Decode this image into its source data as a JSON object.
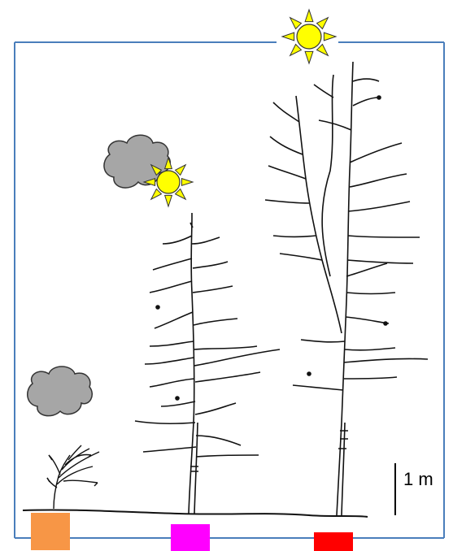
{
  "scale_bar": {
    "label": "1 m"
  },
  "colors": {
    "frame": "#4a7ebb",
    "sun_fill": "#ffff00",
    "sun_stroke": "#333333",
    "cloud_fill": "#a6a6a6",
    "cloud_stroke": "#333333",
    "tree_ink": "#111111",
    "marker_small_tree": "#f79646",
    "marker_medium_tree": "#ff00ff",
    "marker_tall_tree": "#ff0000"
  },
  "scene": {
    "suns": [
      "sun-icon",
      "sun-icon"
    ],
    "clouds": [
      "cloud-icon",
      "cloud-icon"
    ],
    "trees": [
      "small-tree",
      "medium-tree",
      "tall-tree"
    ],
    "markers": [
      "orange-marker",
      "magenta-marker",
      "red-marker"
    ]
  }
}
